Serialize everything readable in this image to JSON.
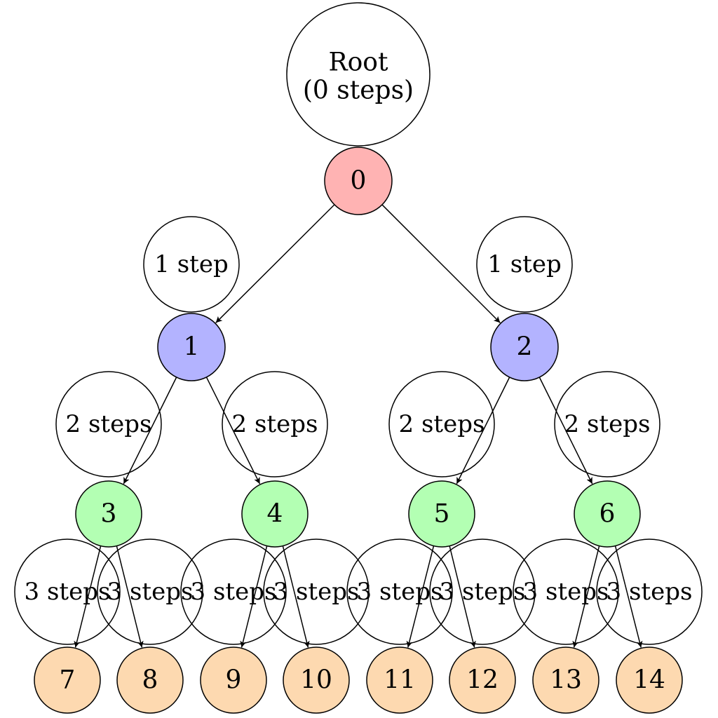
{
  "colors": {
    "depth_0": "#ffb3b3",
    "depth_1": "#b3b3ff",
    "depth_2": "#b3ffb3",
    "depth_3": "#fdd9b0"
  },
  "root_label": {
    "line1": "Root",
    "line2": "(0 steps)"
  },
  "step_labels": {
    "depth_1": "1 step",
    "depth_2": "2 steps",
    "depth_3": "3 steps"
  },
  "nodes": [
    {
      "id": "0",
      "depth": 0,
      "parent": null
    },
    {
      "id": "1",
      "depth": 1,
      "parent": "0"
    },
    {
      "id": "2",
      "depth": 1,
      "parent": "0"
    },
    {
      "id": "3",
      "depth": 2,
      "parent": "1"
    },
    {
      "id": "4",
      "depth": 2,
      "parent": "1"
    },
    {
      "id": "5",
      "depth": 2,
      "parent": "2"
    },
    {
      "id": "6",
      "depth": 2,
      "parent": "2"
    },
    {
      "id": "7",
      "depth": 3,
      "parent": "3"
    },
    {
      "id": "8",
      "depth": 3,
      "parent": "3"
    },
    {
      "id": "9",
      "depth": 3,
      "parent": "4"
    },
    {
      "id": "10",
      "depth": 3,
      "parent": "4"
    },
    {
      "id": "11",
      "depth": 3,
      "parent": "5"
    },
    {
      "id": "12",
      "depth": 3,
      "parent": "5"
    },
    {
      "id": "13",
      "depth": 3,
      "parent": "6"
    },
    {
      "id": "14",
      "depth": 3,
      "parent": "6"
    }
  ]
}
